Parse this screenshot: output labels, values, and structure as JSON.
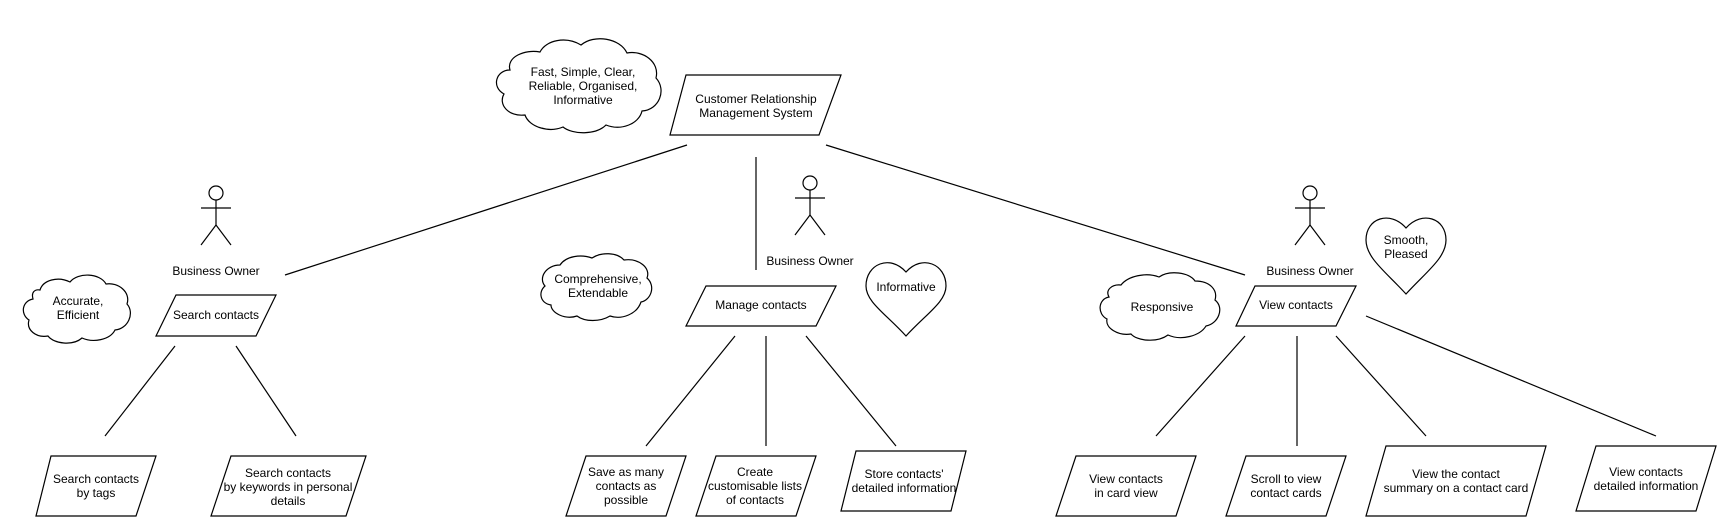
{
  "diagram": {
    "root": {
      "label": "Customer Relationship\nManagement System",
      "quality_cloud": "Fast, Simple, Clear,\nReliable, Organised,\nInformative"
    },
    "branches": [
      {
        "actor": "Business Owner",
        "task": "Search contacts",
        "quality_cloud": "Accurate,\nEfficient",
        "subtasks": [
          "Search contacts\nby tags",
          "Search contacts\nby keywords in personal\ndetails"
        ]
      },
      {
        "actor": "Business Owner",
        "task": "Manage contacts",
        "quality_cloud": "Comprehensive,\nExtendable",
        "emotion_heart": "Informative",
        "subtasks": [
          "Save as many\ncontacts as\npossible",
          "Create\ncustomisable lists\nof contacts",
          "Store contacts'\ndetailed information"
        ]
      },
      {
        "actor": "Business Owner",
        "task": "View contacts",
        "quality_cloud": "Responsive",
        "emotion_heart": "Smooth,\nPleased",
        "subtasks": [
          "View contacts\nin card view",
          "Scroll to view\ncontact cards",
          "View the contact\nsummary on a contact card",
          "View contacts\ndetailed information"
        ]
      }
    ]
  }
}
